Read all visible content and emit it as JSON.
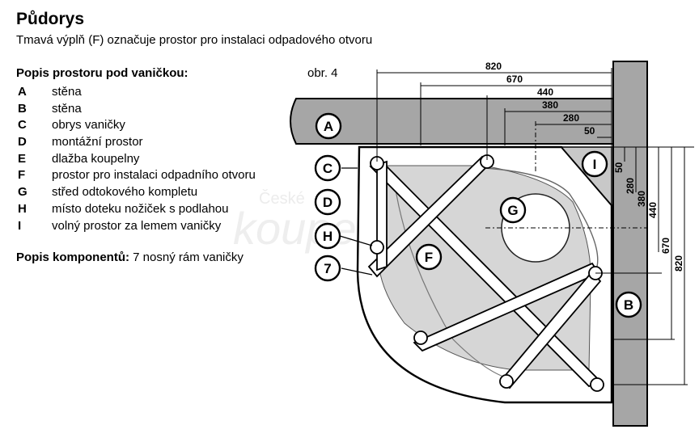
{
  "title": "Půdorys",
  "subtitle": "Tmavá výplň (F) označuje prostor  pro instalaci odpadového otvoru",
  "legend": {
    "heading": "Popis prostoru pod vaničkou:",
    "items": [
      {
        "key": "A",
        "text": "stěna"
      },
      {
        "key": "B",
        "text": "stěna"
      },
      {
        "key": "C",
        "text": "obrys vaničky"
      },
      {
        "key": "D",
        "text": "montážní prostor"
      },
      {
        "key": "E",
        "text": "dlažba koupelny"
      },
      {
        "key": "F",
        "text": "prostor pro instalaci odpadního otvoru"
      },
      {
        "key": "G",
        "text": "střed odtokového kompletu"
      },
      {
        "key": "H",
        "text": "místo doteku nožiček s podlahou"
      },
      {
        "key": "I",
        "text": "volný prostor za lemem vaničky"
      }
    ]
  },
  "components": {
    "label": "Popis komponentů:",
    "text": "7 nosný rám vaničky"
  },
  "figure_label": "obr. 4",
  "watermark": {
    "line1": "České",
    "line2": "koupelny"
  },
  "dimensions": {
    "horizontal": [
      "820",
      "670",
      "440",
      "380",
      "280",
      "50"
    ],
    "vertical": [
      "50",
      "280",
      "380",
      "440",
      "670",
      "820"
    ]
  },
  "callouts": {
    "A": "A",
    "B": "B",
    "C": "C",
    "D": "D",
    "F": "F",
    "G": "G",
    "H": "H",
    "I": "I",
    "frame": "7"
  },
  "colors": {
    "wall": "#a6a6a6",
    "fill": "#d6d6d6",
    "line": "#000000",
    "watermark": "#e6e6e6"
  }
}
